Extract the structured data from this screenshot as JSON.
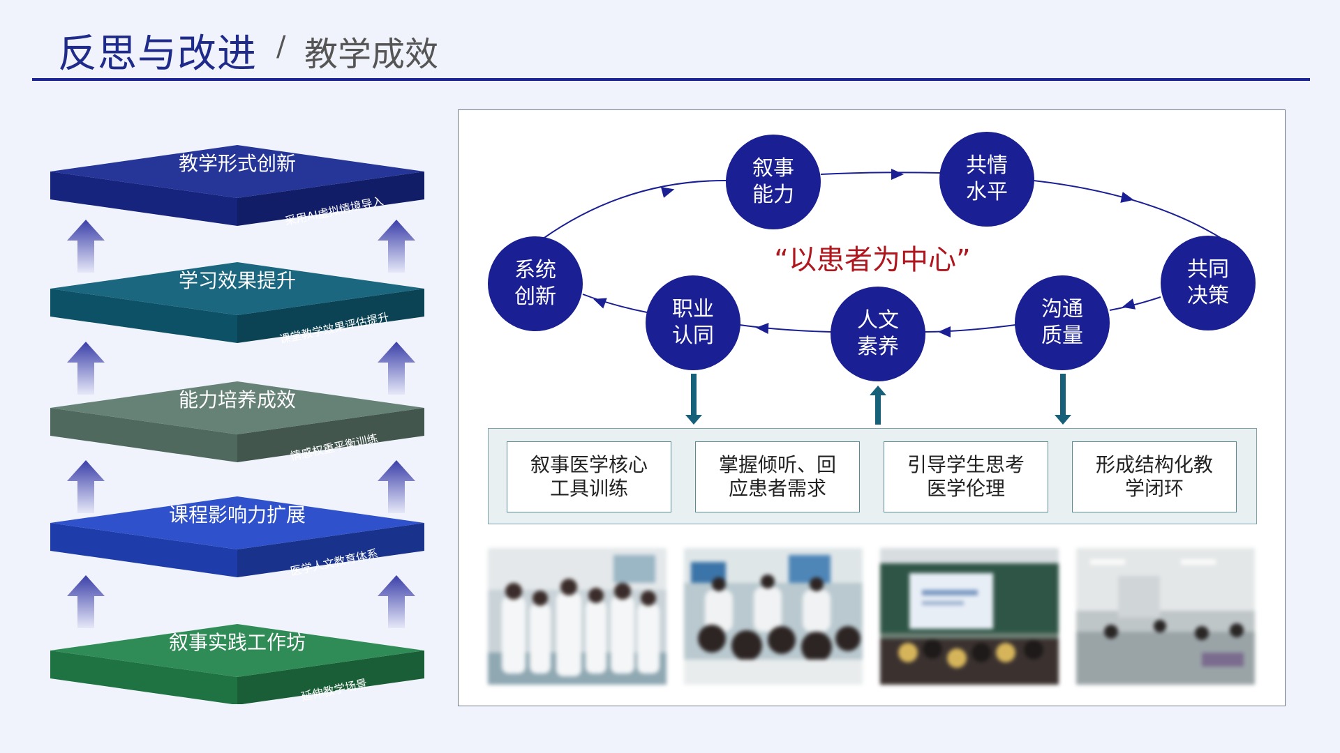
{
  "header": {
    "title": "反思与改进",
    "separator": "/",
    "subtitle": "教学成效"
  },
  "stack": {
    "layers": [
      {
        "title": "教学形式创新",
        "subtitle": "采用AI虚拟情境导入",
        "color": "#1a2a93"
      },
      {
        "title": "学习效果提升",
        "subtitle": "课堂教学效果评估提升",
        "color": "#0f5f78"
      },
      {
        "title": "能力培养成效",
        "subtitle": "情感权重平衡训练",
        "color": "#5e7b70"
      },
      {
        "title": "课程影响力扩展",
        "subtitle": "医学人文教育体系",
        "color": "#2448c8"
      },
      {
        "title": "叙事实践工作坊",
        "subtitle": "延伸教学场景",
        "color": "#25864e"
      }
    ],
    "arrow_color": "#3b3fa8"
  },
  "cycle": {
    "center": "“以患者为中心”",
    "nodes": [
      {
        "id": "narrative",
        "label": "叙事\n能力"
      },
      {
        "id": "empathy",
        "label": "共情\n水平"
      },
      {
        "id": "decision",
        "label": "共同\n决策"
      },
      {
        "id": "communication",
        "label": "沟通\n质量"
      },
      {
        "id": "humanities",
        "label": "人文\n素养"
      },
      {
        "id": "identity",
        "label": "职业\n认同"
      },
      {
        "id": "innovation",
        "label": "系统\n创新"
      }
    ],
    "node_color": "#1a1f93",
    "center_color": "#b0161d"
  },
  "boxes": [
    "叙事医学核心\n工具训练",
    "掌握倾听、回\n应患者需求",
    "引导学生思考\n医学伦理",
    "形成结构化教\n学闭环"
  ],
  "photos": [
    {
      "name": "photo-ward-round",
      "icon": "group-of-students-in-white-coats"
    },
    {
      "name": "photo-workshop",
      "icon": "students-seated-in-workshop"
    },
    {
      "name": "photo-lecture",
      "icon": "classroom-with-projector"
    },
    {
      "name": "photo-classroom",
      "icon": "classroom-discussion"
    }
  ]
}
